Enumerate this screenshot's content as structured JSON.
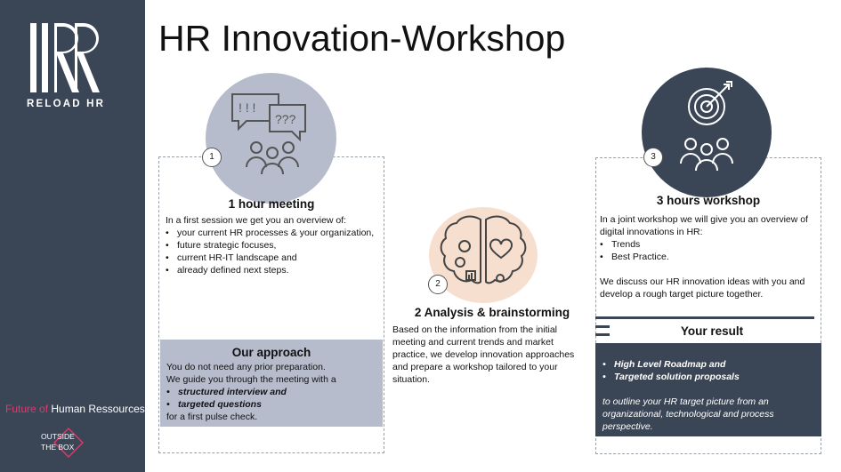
{
  "sidebar": {
    "brand": "RELOAD HR",
    "tagline_accent": "Future of",
    "tagline_rest": " Human Ressources",
    "otb_line1": "OUTSIDE",
    "otb_line2": "THE BOX"
  },
  "title": "HR Innovation-Workshop",
  "step1": {
    "number": "1",
    "heading": "1 hour meeting",
    "intro": "In a first session we get you an overview of:",
    "bullets": [
      "your current HR processes & your organization,",
      "future strategic focuses,",
      "current HR-IT landscape and",
      "already defined next steps."
    ],
    "bubble1": "! ! !",
    "bubble2": "???"
  },
  "approach": {
    "heading": "Our approach",
    "line1": "You do not need any prior preparation.",
    "line2": "We guide you through the meeting with a",
    "bullets": [
      "structured interview and",
      "targeted questions"
    ],
    "closing": "for a first pulse check."
  },
  "step2": {
    "number": "2",
    "heading": "2 Analysis & brainstorming",
    "body": "Based on the information from the initial meeting and current trends and market practice, we develop innovation approaches and prepare a workshop tailored to your situation."
  },
  "step3": {
    "number": "3",
    "heading": "3 hours workshop",
    "intro": "In a joint workshop we will give you an overview of digital innovations in HR:",
    "bullets": [
      "Trends",
      "Best Practice."
    ],
    "closing": "We discuss our HR innovation ideas with you and develop a rough target picture together."
  },
  "result": {
    "heading": "Your result",
    "bullets": [
      "High Level Roadmap and",
      "Targeted solution proposals"
    ],
    "closing": "to outline your HR target picture from an organizational, technological and process perspective."
  },
  "colors": {
    "navy": "#3a4556",
    "grey_blue": "#b6bccc",
    "peach": "#f7dfd0",
    "accent": "#e3386b"
  }
}
